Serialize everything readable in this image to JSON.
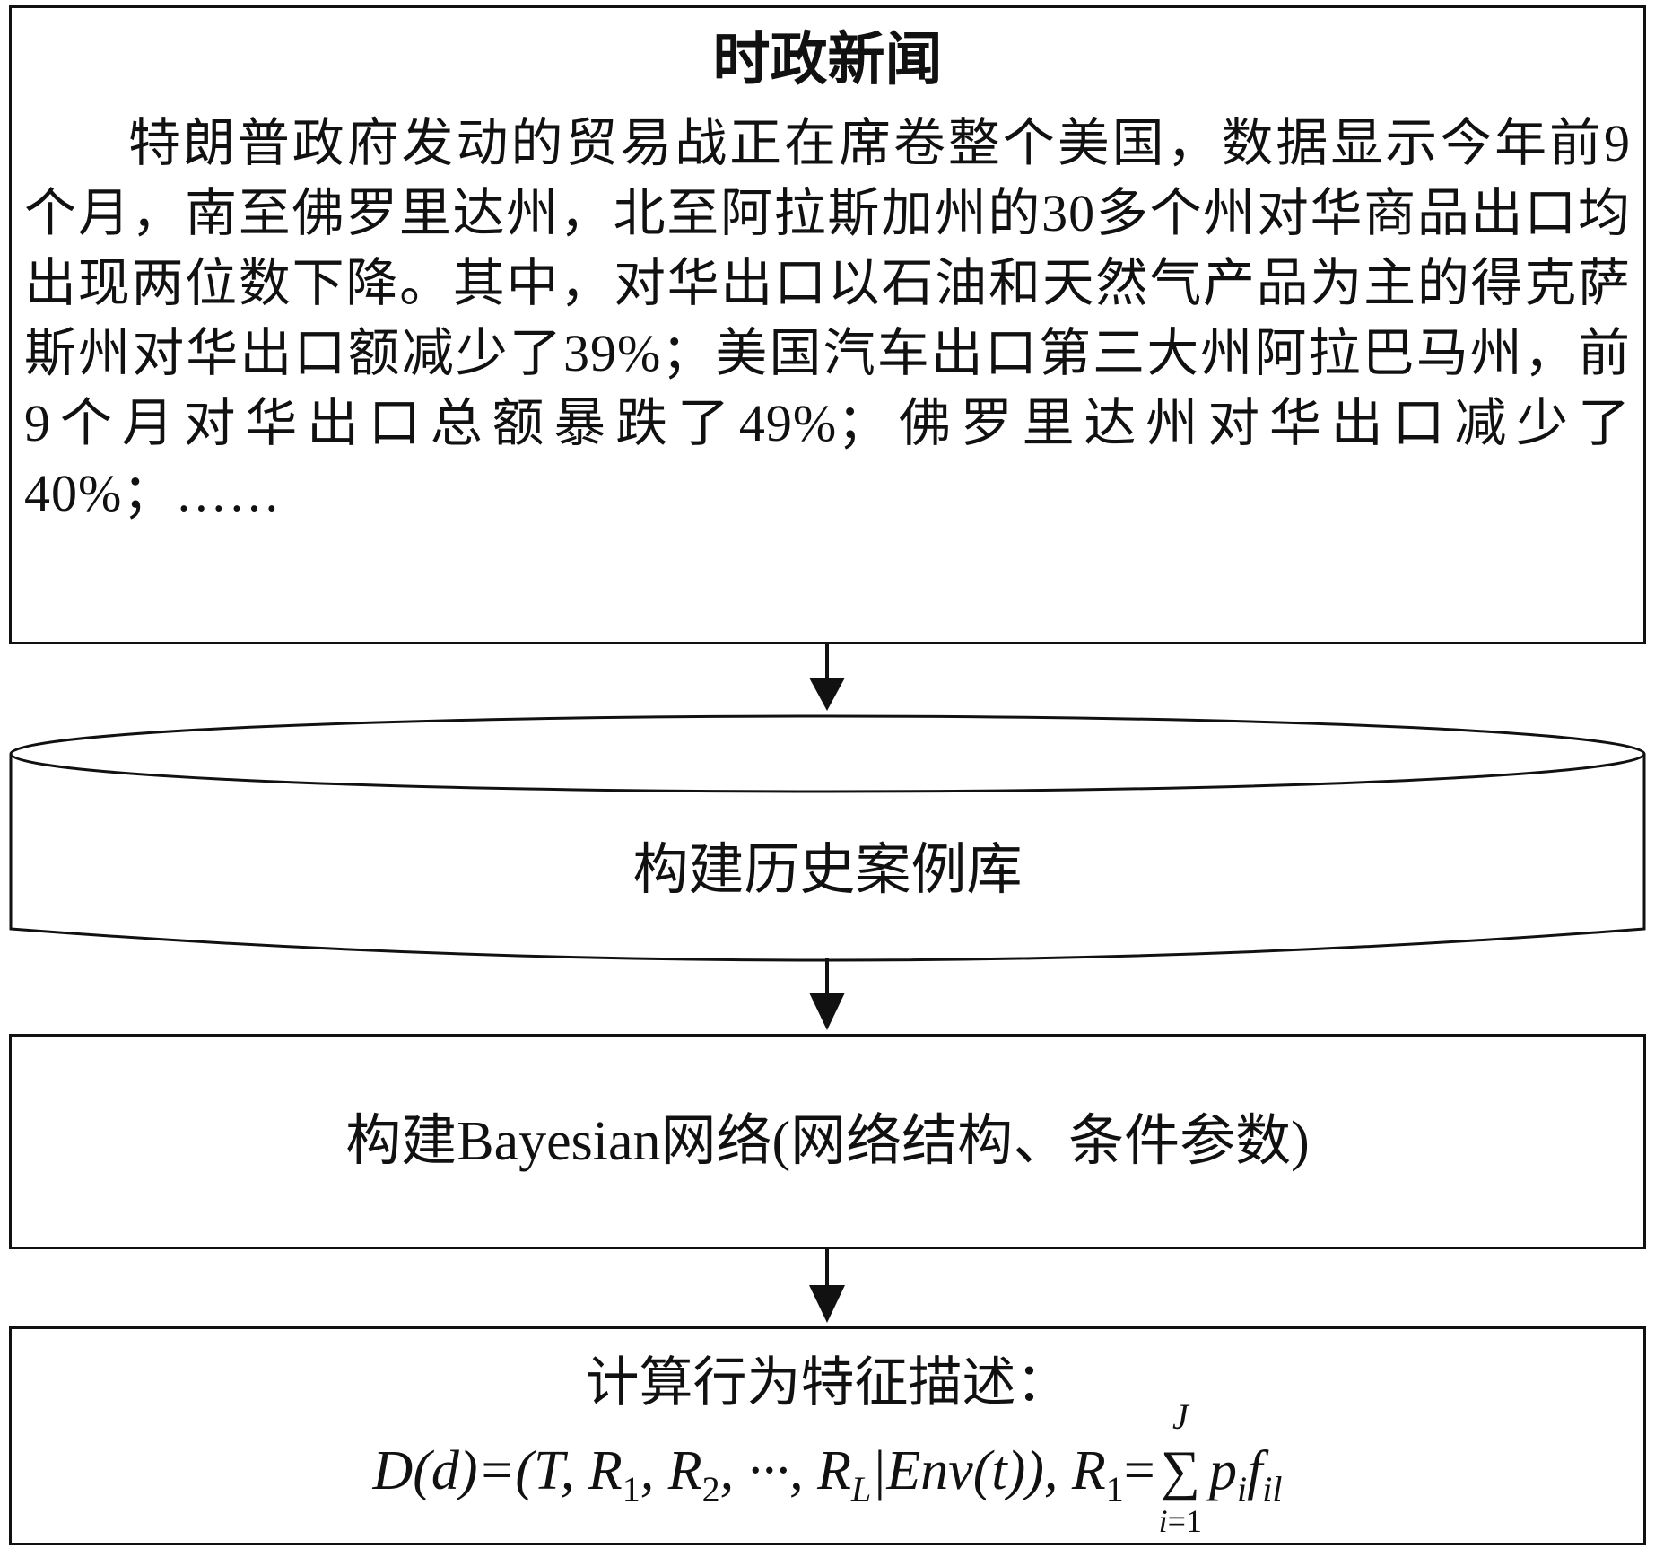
{
  "news": {
    "title": "时政新闻",
    "body": "特朗普政府发动的贸易战正在席卷整个美国，数据显示今年前9个月，南至佛罗里达州，北至阿拉斯加州的30多个州对华商品出口均出现两位数下降。其中，对华出口以石油和天然气产品为主的得克萨斯州对华出口额减少了39%；美国汽车出口第三大州阿拉巴马州，前9个月对华出口总额暴跌了49%；佛罗里达州对华出口减少了40%；……"
  },
  "database": {
    "label": "构建历史案例库"
  },
  "bayes": {
    "label": "构建Bayesian网络(网络结构、条件参数)"
  },
  "calc": {
    "title": "计算行为特征描述：",
    "formula": {
      "lhs": "D(d)=(T, R",
      "r1_sub": "1",
      "r2": ", R",
      "r2_sub": "2",
      "dots": ", ···, R",
      "rl_sub": "L",
      "env": "|Env(t)), R",
      "r1b_sub": "1",
      "eq": "=",
      "sum_symbol": "∑",
      "sum_top": "J",
      "sum_bottom_var": "i",
      "sum_bottom_rest": "=1",
      "p": "p",
      "p_sub": "i",
      "f": "f",
      "f_sub": "il"
    }
  }
}
